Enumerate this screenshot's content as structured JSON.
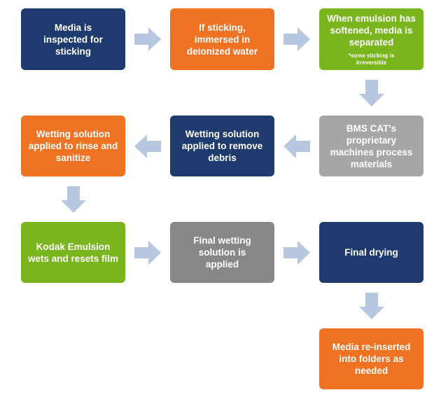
{
  "colors": {
    "navy": "#1f3a6e",
    "orange": "#f07324",
    "green": "#79b51c",
    "gray": "#a6a6a6",
    "darkgray": "#878787",
    "arrow": "#b8c7e0"
  },
  "steps": [
    {
      "text": "Media is inspected for sticking",
      "color": "navy"
    },
    {
      "text": "If sticking, immersed in deionized water",
      "color": "orange"
    },
    {
      "text": "When emulsion has softened, media is separated",
      "note": "*some sticking is irreversible",
      "color": "green"
    },
    {
      "text": "BMS CAT's proprietary machines process materials",
      "color": "gray"
    },
    {
      "text": "Wetting solution applied to remove debris",
      "color": "navy"
    },
    {
      "text": "Wetting solution applied to rinse and sanitize",
      "color": "orange"
    },
    {
      "text": "Kodak Emulsion wets and resets film",
      "color": "green"
    },
    {
      "text": "Final wetting solution is applied",
      "color": "darkgray"
    },
    {
      "text": "Final drying",
      "color": "navy"
    },
    {
      "text": "Media re-inserted into folders as needed",
      "color": "orange"
    }
  ]
}
